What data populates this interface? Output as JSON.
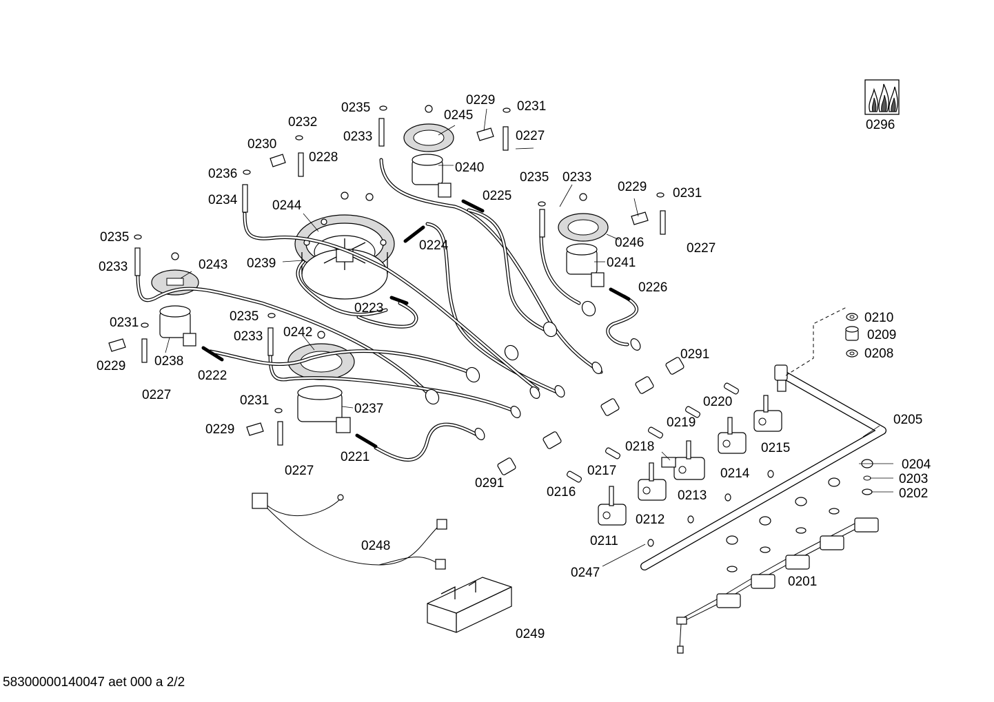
{
  "footer": {
    "text": "58300000140047 aet 000 a 2/2"
  },
  "parts": [
    {
      "id": "p0201",
      "label": "0201"
    },
    {
      "id": "p0202",
      "label": "0202"
    },
    {
      "id": "p0203",
      "label": "0203"
    },
    {
      "id": "p0204",
      "label": "0204"
    },
    {
      "id": "p0205",
      "label": "0205"
    },
    {
      "id": "p0208",
      "label": "0208"
    },
    {
      "id": "p0209",
      "label": "0209"
    },
    {
      "id": "p0210",
      "label": "0210"
    },
    {
      "id": "p0211",
      "label": "0211"
    },
    {
      "id": "p0212",
      "label": "0212"
    },
    {
      "id": "p0213",
      "label": "0213"
    },
    {
      "id": "p0214",
      "label": "0214"
    },
    {
      "id": "p0215",
      "label": "0215"
    },
    {
      "id": "p0216",
      "label": "0216"
    },
    {
      "id": "p0217",
      "label": "0217"
    },
    {
      "id": "p0218",
      "label": "0218"
    },
    {
      "id": "p0219",
      "label": "0219"
    },
    {
      "id": "p0220",
      "label": "0220"
    },
    {
      "id": "p0221",
      "label": "0221"
    },
    {
      "id": "p0222",
      "label": "0222"
    },
    {
      "id": "p0223",
      "label": "0223"
    },
    {
      "id": "p0224",
      "label": "0224"
    },
    {
      "id": "p0225",
      "label": "0225"
    },
    {
      "id": "p0226",
      "label": "0226"
    },
    {
      "id": "p0227",
      "label": "0227"
    },
    {
      "id": "p0228",
      "label": "0228"
    },
    {
      "id": "p0229",
      "label": "0229"
    },
    {
      "id": "p0230",
      "label": "0230"
    },
    {
      "id": "p0231",
      "label": "0231"
    },
    {
      "id": "p0232",
      "label": "0232"
    },
    {
      "id": "p0233",
      "label": "0233"
    },
    {
      "id": "p0234",
      "label": "0234"
    },
    {
      "id": "p0235",
      "label": "0235"
    },
    {
      "id": "p0236",
      "label": "0236"
    },
    {
      "id": "p0237",
      "label": "0237"
    },
    {
      "id": "p0238",
      "label": "0238"
    },
    {
      "id": "p0239",
      "label": "0239"
    },
    {
      "id": "p0240",
      "label": "0240"
    },
    {
      "id": "p0241",
      "label": "0241"
    },
    {
      "id": "p0242",
      "label": "0242"
    },
    {
      "id": "p0243",
      "label": "0243"
    },
    {
      "id": "p0244",
      "label": "0244"
    },
    {
      "id": "p0245",
      "label": "0245"
    },
    {
      "id": "p0246",
      "label": "0246"
    },
    {
      "id": "p0247",
      "label": "0247"
    },
    {
      "id": "p0248",
      "label": "0248"
    },
    {
      "id": "p0249",
      "label": "0249"
    },
    {
      "id": "p0291",
      "label": "0291"
    },
    {
      "id": "p0296",
      "label": "0296"
    }
  ],
  "icons": {
    "gas_symbol": "gas-flame-icon"
  }
}
